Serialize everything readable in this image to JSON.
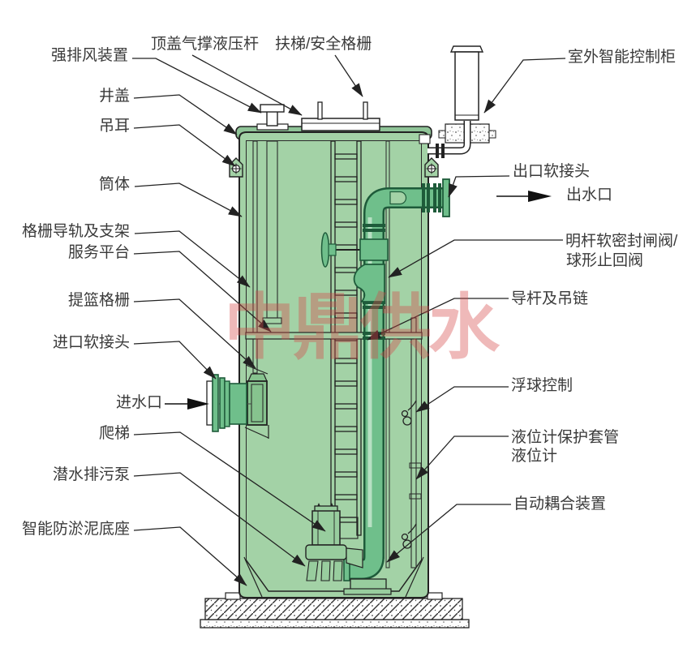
{
  "diagram_title": "integrated-prefabricated-pump-station-cutaway",
  "watermark": "中鼎供水",
  "colors": {
    "tank_green": "#a3d2a6",
    "rim_green": "#8fc497",
    "pipe_green": "#6fbf8b",
    "pipe_border_green": "#1e5b3a",
    "watermark_red": "rgba(213,72,72,0.38)",
    "line_black": "#222222"
  },
  "labels": {
    "forced_exhaust": "强排风装置",
    "gas_strut": "顶盖气撑液压杆",
    "ladder_guard": "扶梯/安全格栅",
    "well_cover": "井盖",
    "lifting_ear": "吊耳",
    "shell": "筒体",
    "grille_rail": "格栅导轨及支架",
    "service_platform": "服务平台",
    "basket_grille": "提篮格栅",
    "inlet_joint": "进口软接头",
    "inlet": "进水口",
    "climb_ladder": "爬梯",
    "pump": "潜水排污泵",
    "smart_base": "智能防淤泥底座",
    "cabinet": "室外智能控制柜",
    "outlet_joint": "出口软接头",
    "outlet": "出水口",
    "valves_line1": "明杆软密封闸阀/",
    "valves_line2": "球形止回阀",
    "guide_rod": "导杆及吊链",
    "float_control": "浮球控制",
    "level_gauge_line1": "液位计保护套管",
    "level_gauge_line2": "液位计",
    "auto_coupling": "自动耦合装置"
  }
}
